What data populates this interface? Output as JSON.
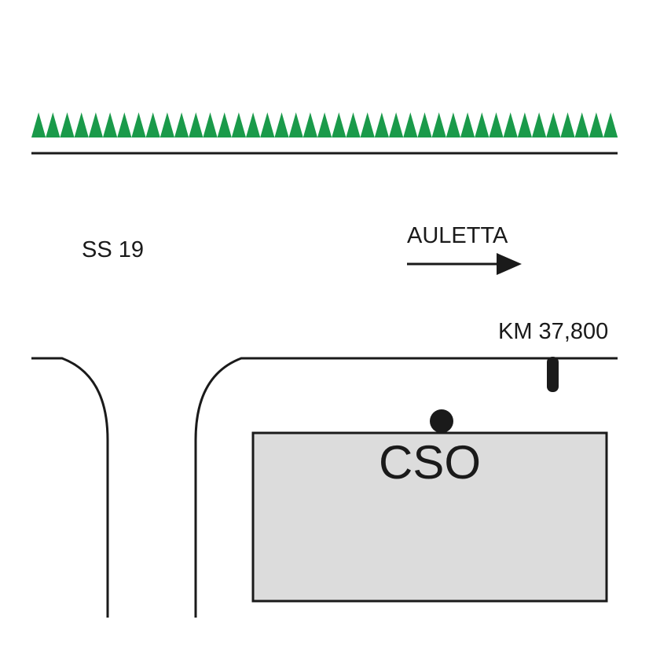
{
  "map": {
    "road_name": "SS 19",
    "direction_label": "AULETTA",
    "km_marker": "KM 37,800",
    "building_label": "CSO"
  },
  "colors": {
    "vegetation": "#1a9a4a",
    "building_fill": "#dcdcdc",
    "line": "#1a1a1a",
    "background": "#ffffff"
  },
  "icons": {
    "vegetation": "hedge-triangles",
    "direction": "arrow-right-icon",
    "marker": "dot-marker-icon",
    "km_post": "km-post-icon"
  }
}
